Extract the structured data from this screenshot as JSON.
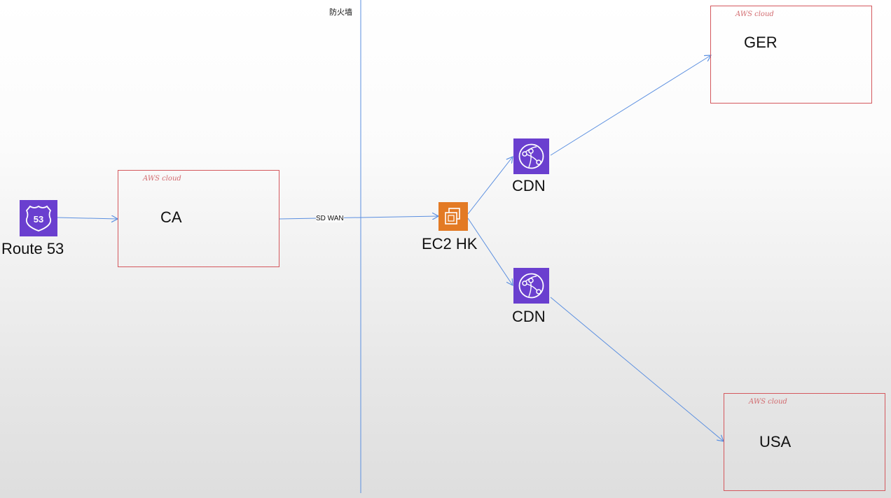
{
  "firewall": {
    "label": "防火墙"
  },
  "connection": {
    "label": "SD WAN"
  },
  "nodes": {
    "route53": {
      "label": "Route 53",
      "badge": "53"
    },
    "ec2": {
      "label": "EC2 HK"
    },
    "cdn_top": {
      "label": "CDN"
    },
    "cdn_bottom": {
      "label": "CDN"
    }
  },
  "regions": {
    "ca": {
      "cloud": "AWS cloud",
      "name": "CA"
    },
    "ger": {
      "cloud": "AWS cloud",
      "name": "GER"
    },
    "usa": {
      "cloud": "AWS cloud",
      "name": "USA"
    }
  },
  "colors": {
    "connector": "#5b8fe0",
    "aws_border": "#d4585d",
    "route53_bg": "#6a3fcf",
    "cdn_bg": "#6a3fcf",
    "ec2_bg": "#e37a24"
  }
}
